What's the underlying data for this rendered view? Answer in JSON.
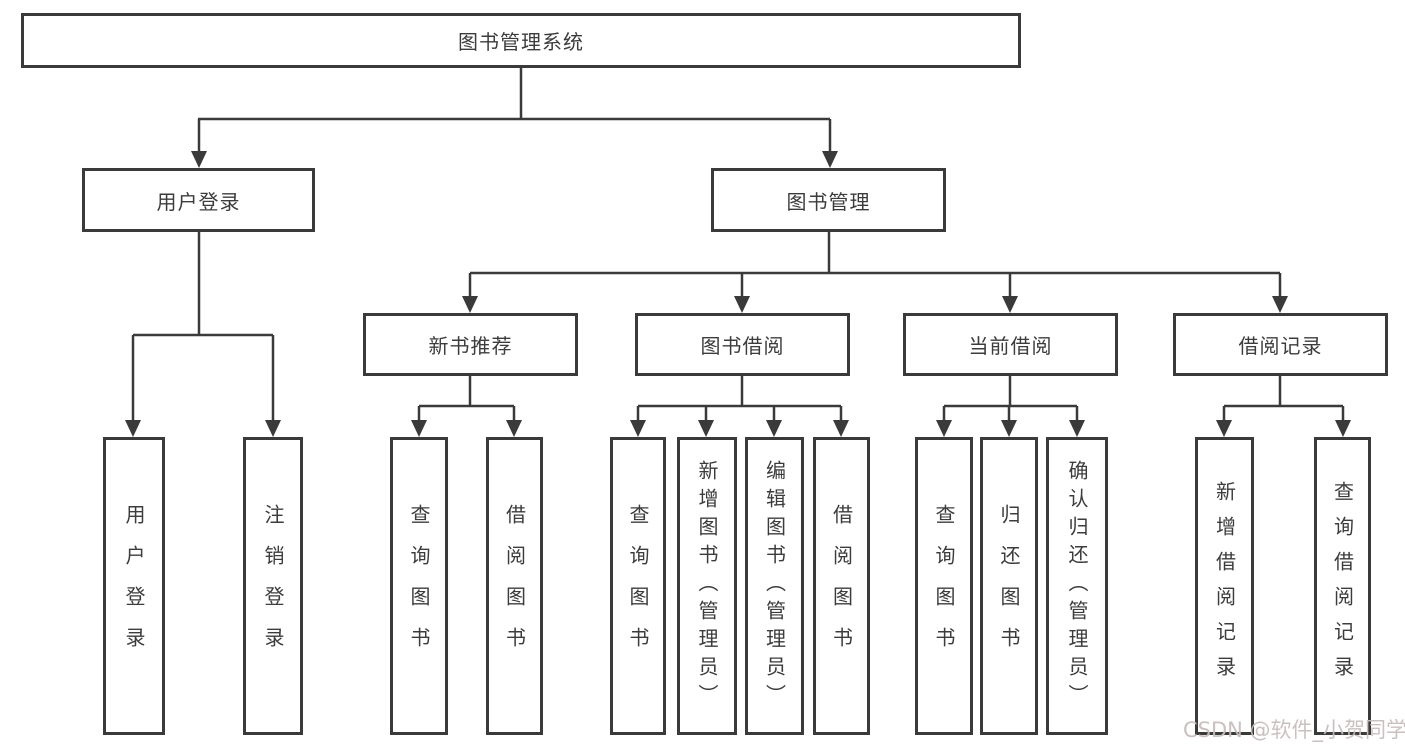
{
  "diagram": {
    "root": {
      "label": "图书管理系统"
    },
    "branches": [
      {
        "label": "用户登录",
        "children": [
          "用户登录",
          "注销登录"
        ]
      },
      {
        "label": "图书管理",
        "children": [
          {
            "label": "新书推荐",
            "children": [
              "查询图书",
              "借阅图书"
            ]
          },
          {
            "label": "图书借阅",
            "children": [
              "查询图书",
              "新增图书（管理员）",
              "编辑图书（管理员）",
              "借阅图书"
            ]
          },
          {
            "label": "当前借阅",
            "children": [
              "查询图书",
              "归还图书",
              "确认归还（管理员）"
            ]
          },
          {
            "label": "借阅记录",
            "children": [
              "新增借阅记录",
              "查询借阅记录"
            ]
          }
        ]
      }
    ]
  },
  "watermark": {
    "text": "CSDN @软件_小贺同学",
    "color": "#c9bdbd"
  },
  "colors": {
    "line": "#3a3a3a",
    "text": "#3c3c3c",
    "background": "#ffffff"
  }
}
